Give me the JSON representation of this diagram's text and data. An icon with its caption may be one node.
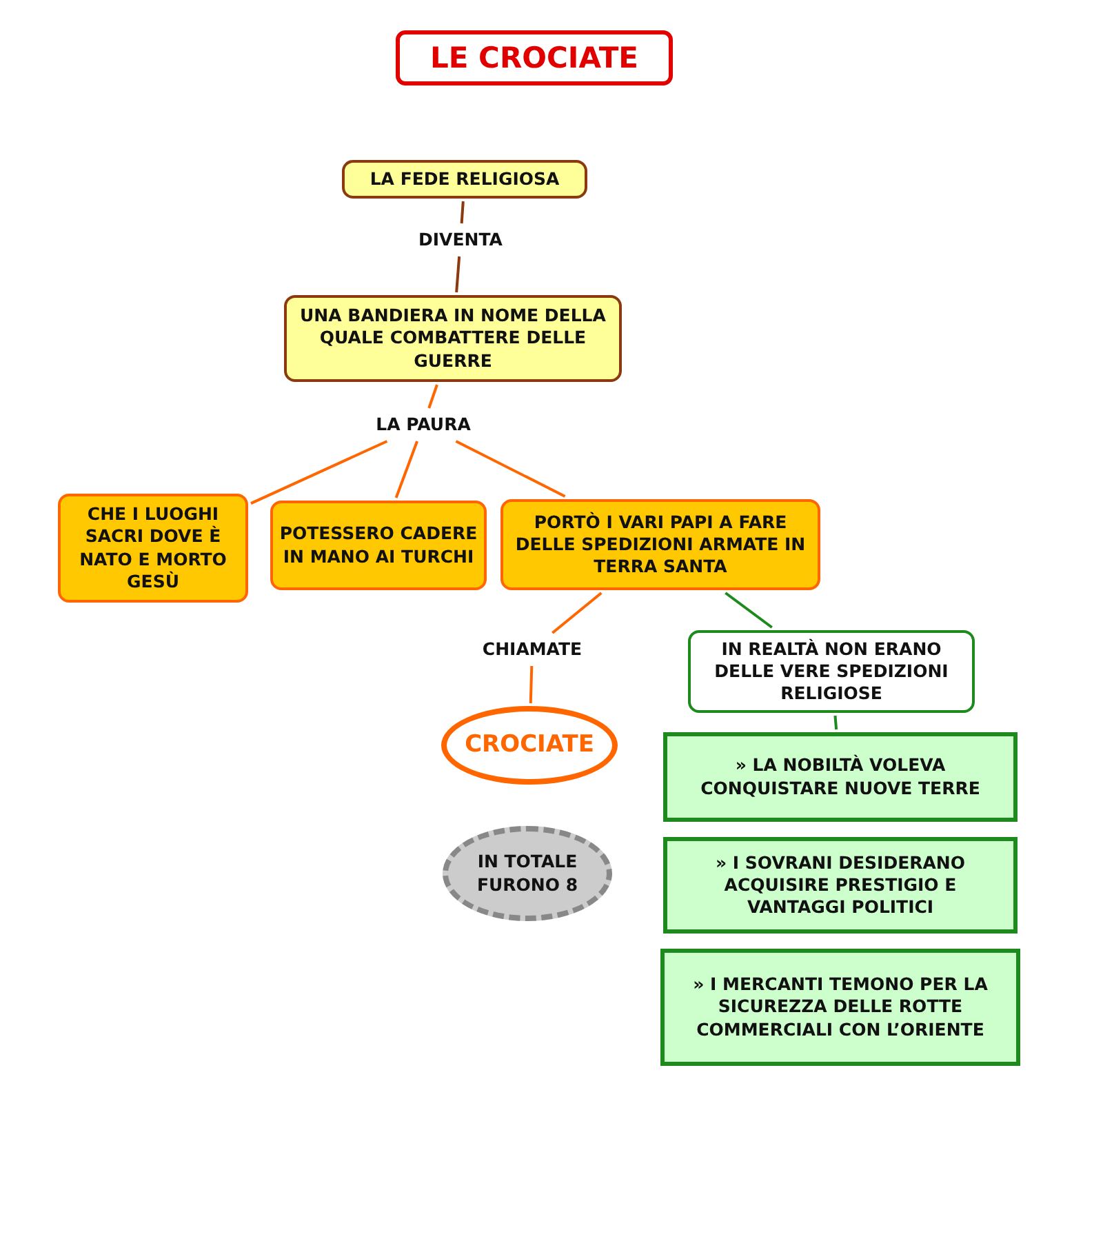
{
  "diagram": {
    "title": "LE CROCIATE",
    "nodes": [
      {
        "text": [
          "LA FEDE RELIGIOSA"
        ]
      },
      {
        "text": [
          "DIVENTA"
        ]
      },
      {
        "text": [
          "UNA BANDIERA IN NOME DELLA QUALE COMBATTERE DELLE GUERRE"
        ]
      },
      {
        "text": [
          "LA PAURA"
        ]
      },
      {
        "text": [
          "CHE I LUOGHI SACRI DOVE È NATO E MORTO GESÙ"
        ]
      },
      {
        "text": [
          "POTESSERO CADERE IN MANO AI TURCHI"
        ]
      },
      {
        "text": [
          "PORTÒ I VARI PAPI A FARE DELLE SPEDIZIONI ARMATE IN TERRA SANTA"
        ]
      },
      {
        "text": [
          "CHIAMATE"
        ]
      },
      {
        "text": [
          "IN REALTÀ NON ERANO DELLE VERE SPEDIZIONI RELIGIOSE"
        ]
      },
      {
        "text": [
          "CROCIATE"
        ]
      },
      {
        "text": [
          "» LA NOBILTÀ VOLEVA CONQUISTARE NUOVE TERRE"
        ]
      },
      {
        "text": [
          "IN TOTALE FURONO 8"
        ]
      },
      {
        "text": [
          "» I SOVRANI  DESIDERANO ACQUISIRE PRESTIGIO E VANTAGGI POLITICI"
        ]
      },
      {
        "text": [
          "» I MERCANTI TEMONO PER LA SICUREZZA DELLE ROTTE COMMERCIALI CON L’ORIENTE"
        ]
      }
    ],
    "edges": [
      {
        "from": 0,
        "to": 1,
        "arrow": "none",
        "color": "#8b3a0f"
      },
      {
        "from": 1,
        "to": 2,
        "arrow": "none",
        "color": "#8b3a0f"
      },
      {
        "from": 2,
        "to": 3,
        "arrow": "none"
      },
      {
        "from": 3,
        "to": 4,
        "arrow": "none"
      },
      {
        "from": 3,
        "to": 5,
        "arrow": "none"
      },
      {
        "from": 3,
        "to": 6,
        "arrow": "none"
      },
      {
        "from": 6,
        "to": 7,
        "arrow": "none"
      },
      {
        "from": 7,
        "to": 9,
        "arrow": "none"
      },
      {
        "from": 6,
        "to": 8,
        "arrow": "none",
        "color": "#1e8a1e"
      },
      {
        "from": 8,
        "to": 10,
        "arrow": "none",
        "color": "#1e8a1e"
      }
    ]
  }
}
